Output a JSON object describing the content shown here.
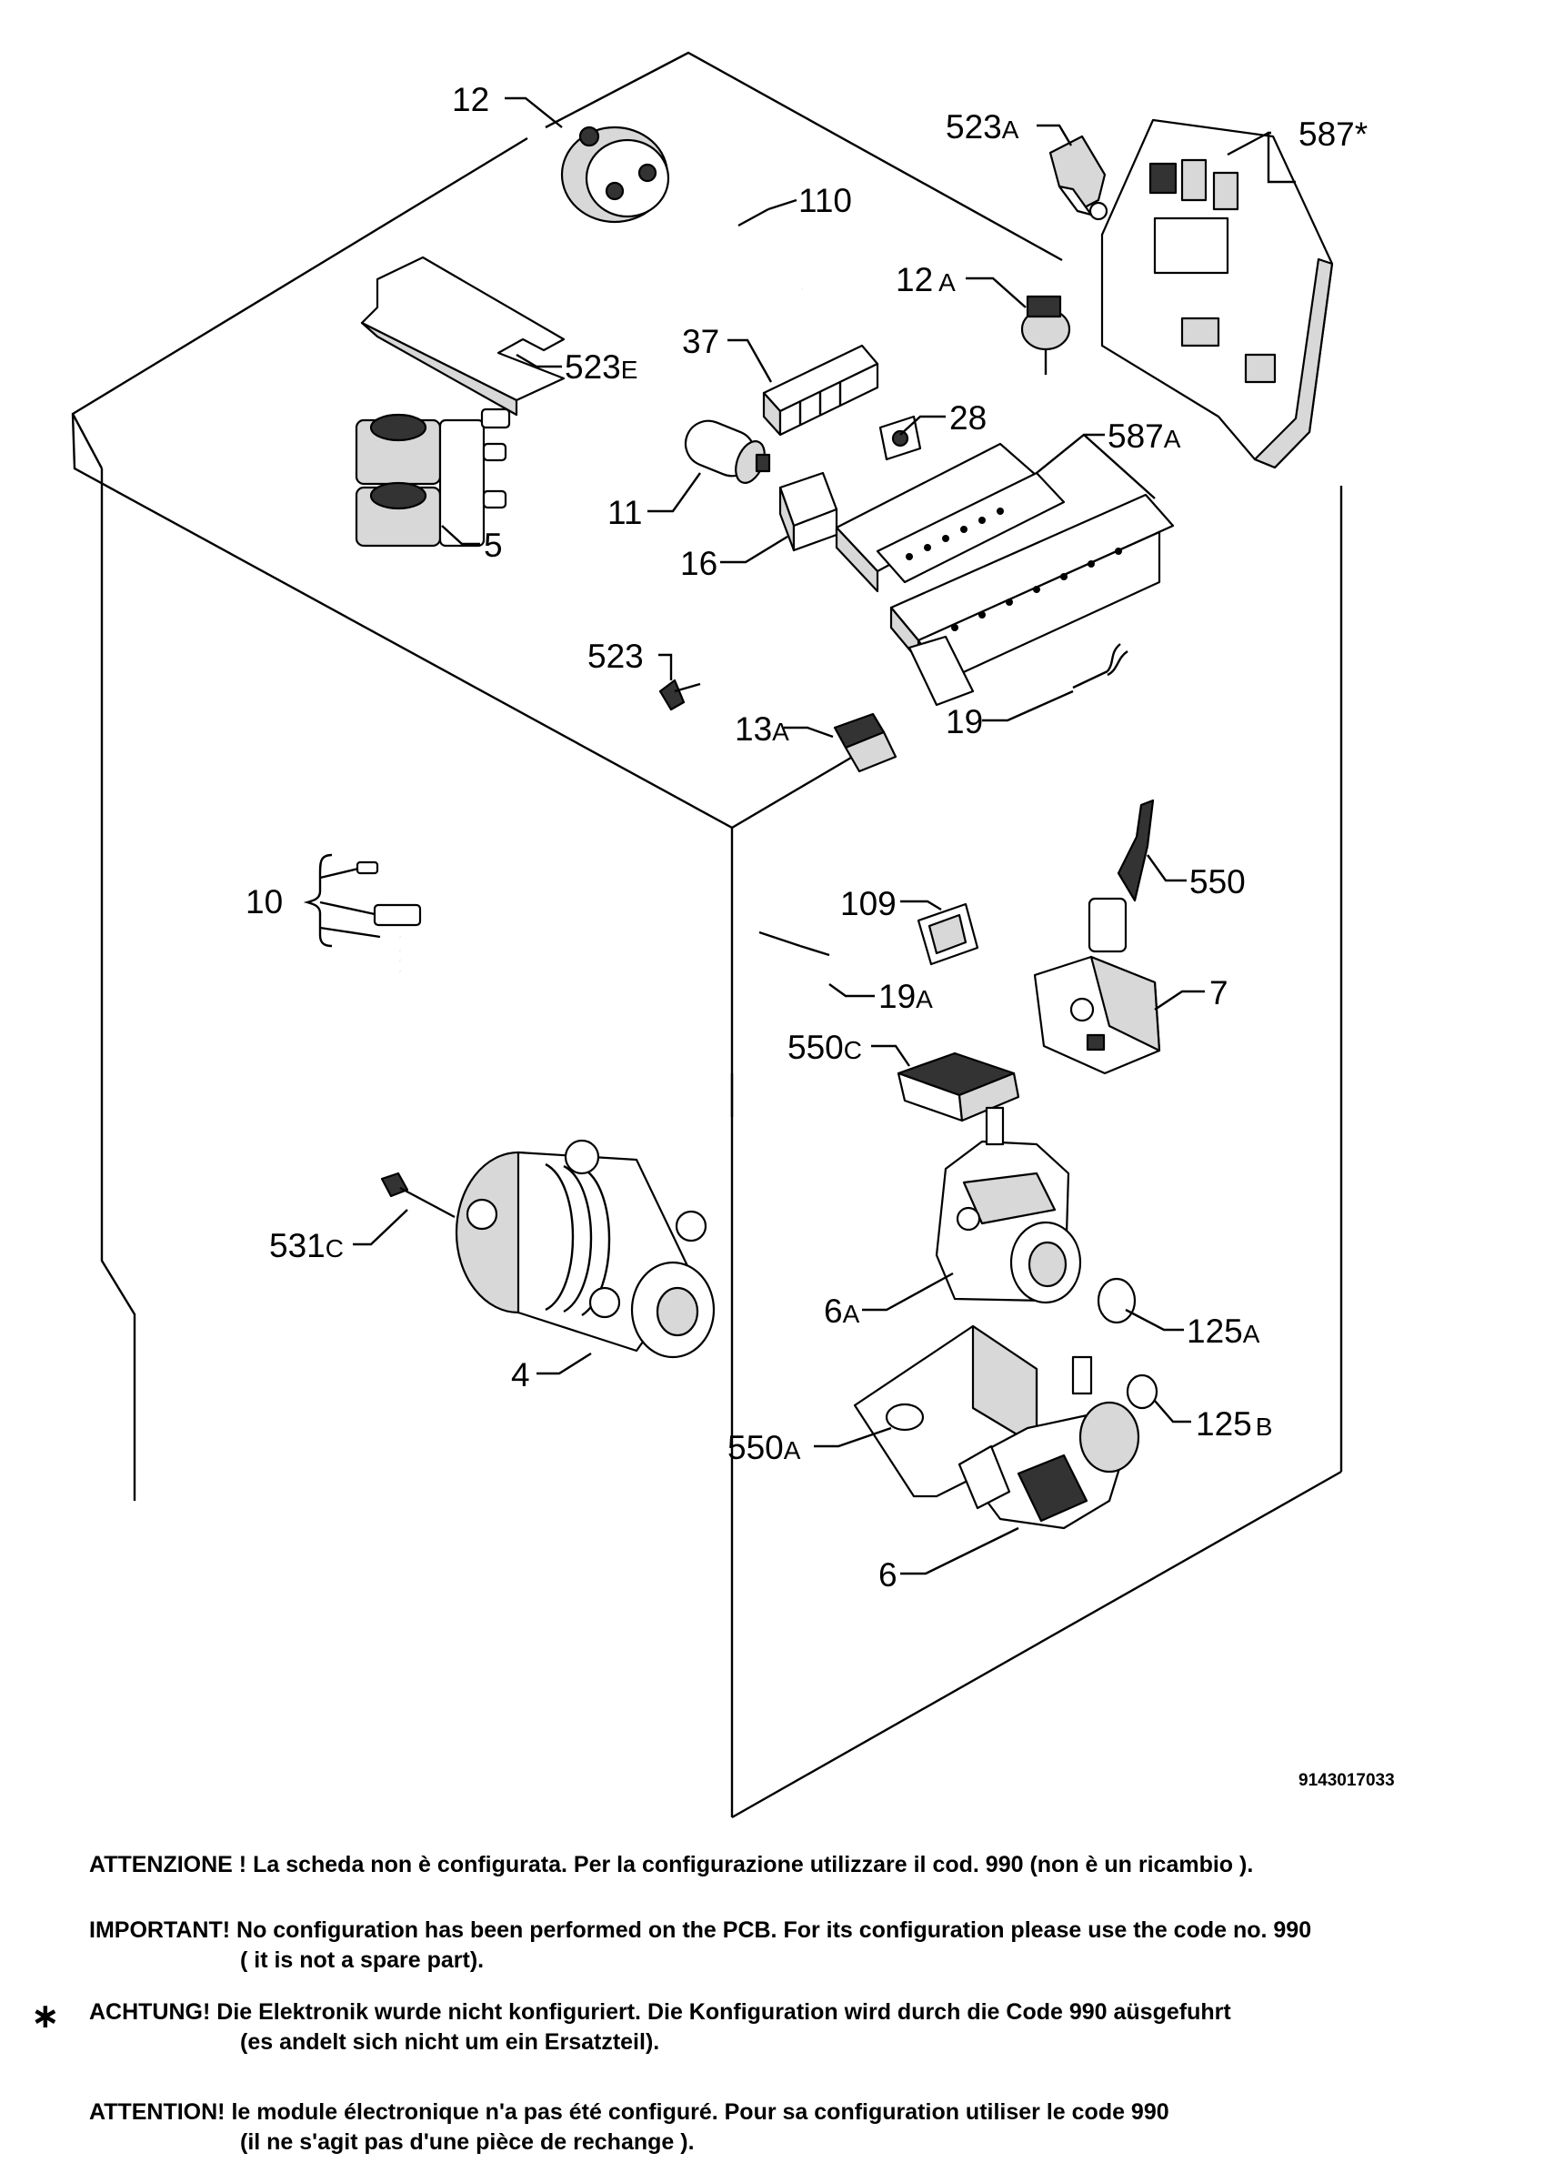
{
  "labels": {
    "p12": "12",
    "p110": "110",
    "p523e": "523",
    "p523e_s": "E",
    "p5": "5",
    "p37": "37",
    "p11": "11",
    "p16": "16",
    "p28": "28",
    "p587a": "587",
    "p587a_s": "A",
    "p523a": "523",
    "p523a_s": "A",
    "p587": "587",
    "p587_s": "*",
    "p12a": "12",
    "p12a_s": "A",
    "p523": "523",
    "p13a": "13",
    "p13a_s": "A",
    "p19": "19",
    "p10": "10",
    "p109": "109",
    "p550": "550",
    "p19a": "19",
    "p19a_s": "A",
    "p7": "7",
    "p550c": "550",
    "p550c_s": "C",
    "p531c": "531",
    "p531c_s": "C",
    "p4": "4",
    "p6a": "6",
    "p6a_s": "A",
    "p125a": "125",
    "p125a_s": "A",
    "p125b": "125",
    "p125b_s": "B",
    "p550a": "550",
    "p550a_s": "A",
    "p6": "6",
    "code": "9143017033"
  },
  "notes": {
    "it": "ATTENZIONE ! La scheda non è  configurata. Per la configurazione utilizzare il cod. 990 (non è un ricambio ).",
    "en_1": "IMPORTANT! No configuration has been performed on the PCB. For its configuration please use the code no. 990",
    "en_2": "( it is not a spare part).",
    "star": "∗",
    "de_1": "ACHTUNG! Die Elektronik wurde nicht konfiguriert. Die Konfiguration wird durch die Code 990 aüsgefuhrt",
    "de_2": "(es andelt sich nicht um ein Ersatzteil).",
    "fr_1": "ATTENTION! le module électronique n'a pas été configuré. Pour  sa configuration utiliser le code 990",
    "fr_2": "(il ne s'agit pas d'une pièce de rechange )."
  }
}
